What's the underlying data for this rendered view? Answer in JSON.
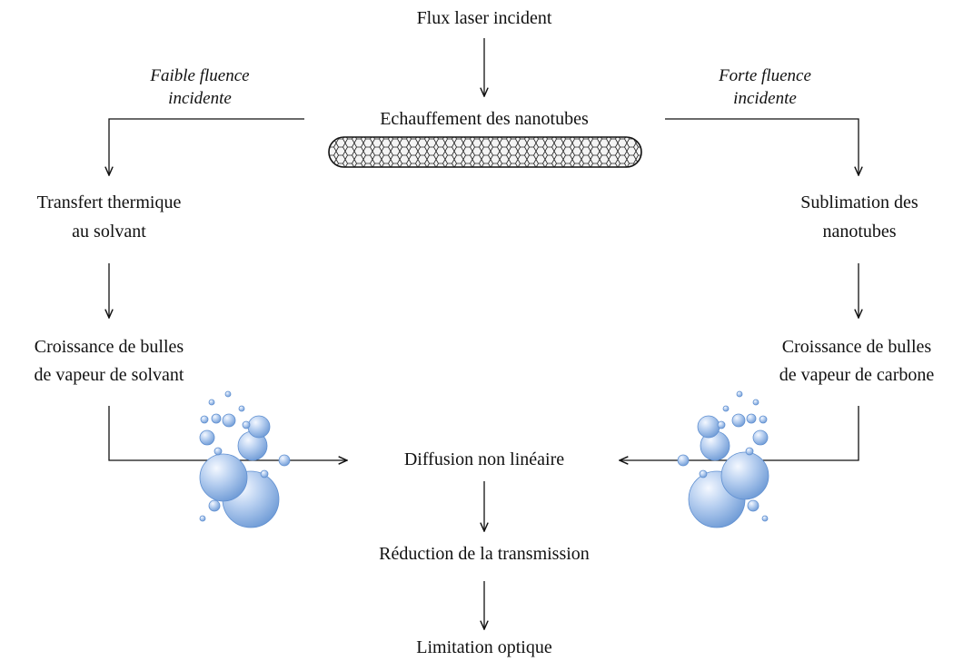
{
  "nodes": {
    "top": "Flux laser incident",
    "heating": "Echauffement des nanotubes",
    "left_1a": "Transfert thermique",
    "left_1b": "au solvant",
    "left_2a": "Croissance de bulles",
    "left_2b": "de vapeur de solvant",
    "right_1a": "Sublimation des",
    "right_1b": "nanotubes",
    "right_2a": "Croissance de bulles",
    "right_2b": "de vapeur de carbone",
    "diffusion": "Diffusion non linéaire",
    "reduction": "Réduction de la transmission",
    "limitation": "Limitation optique"
  },
  "branches": {
    "low_a": "Faible fluence",
    "low_b": "incidente",
    "high_a": "Forte fluence",
    "high_b": "incidente"
  },
  "colors": {
    "bubble_fill": "#a9c6ec",
    "bubble_edge": "#5f8fd0",
    "arrow": "#111111"
  },
  "icons": [
    "nanotube-icon",
    "bubbles-icon"
  ]
}
